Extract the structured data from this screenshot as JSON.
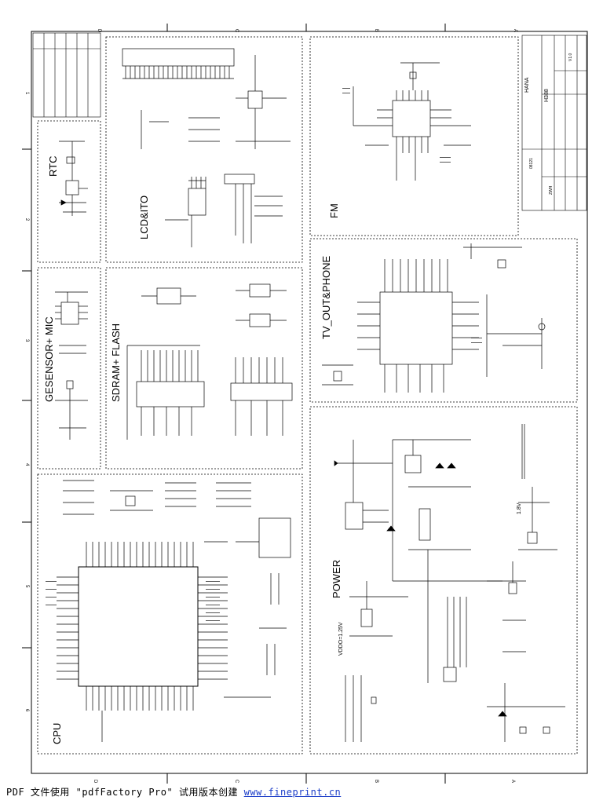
{
  "sheet": {
    "ruler_letters": [
      "D",
      "C",
      "B",
      "A"
    ],
    "ruler_numbers": [
      "1",
      "2",
      "3",
      "4",
      "5",
      "6"
    ],
    "title_block": {
      "company": "HANA",
      "model": "H388",
      "date": "08121",
      "drawn_by": "ZWH",
      "version": "V1.0"
    }
  },
  "sections": {
    "rtc": "RTC",
    "lcd_ito": "LCD&ITO",
    "fm": "FM",
    "gsensor_mic": "GESENSOR+ MIC",
    "sdram_flash": "SDRAM+ FLASH",
    "tv_out_phone": "TV_OUT&PHONE",
    "cpu": "CPU",
    "power": "POWER"
  },
  "annotations": {
    "vddo": "VDDO=1.25V",
    "v18": "1.8V"
  },
  "footer": {
    "text": "PDF 文件使用 \"pdfFactory Pro\" 试用版本创建 ",
    "link": "www.fineprint.cn"
  }
}
